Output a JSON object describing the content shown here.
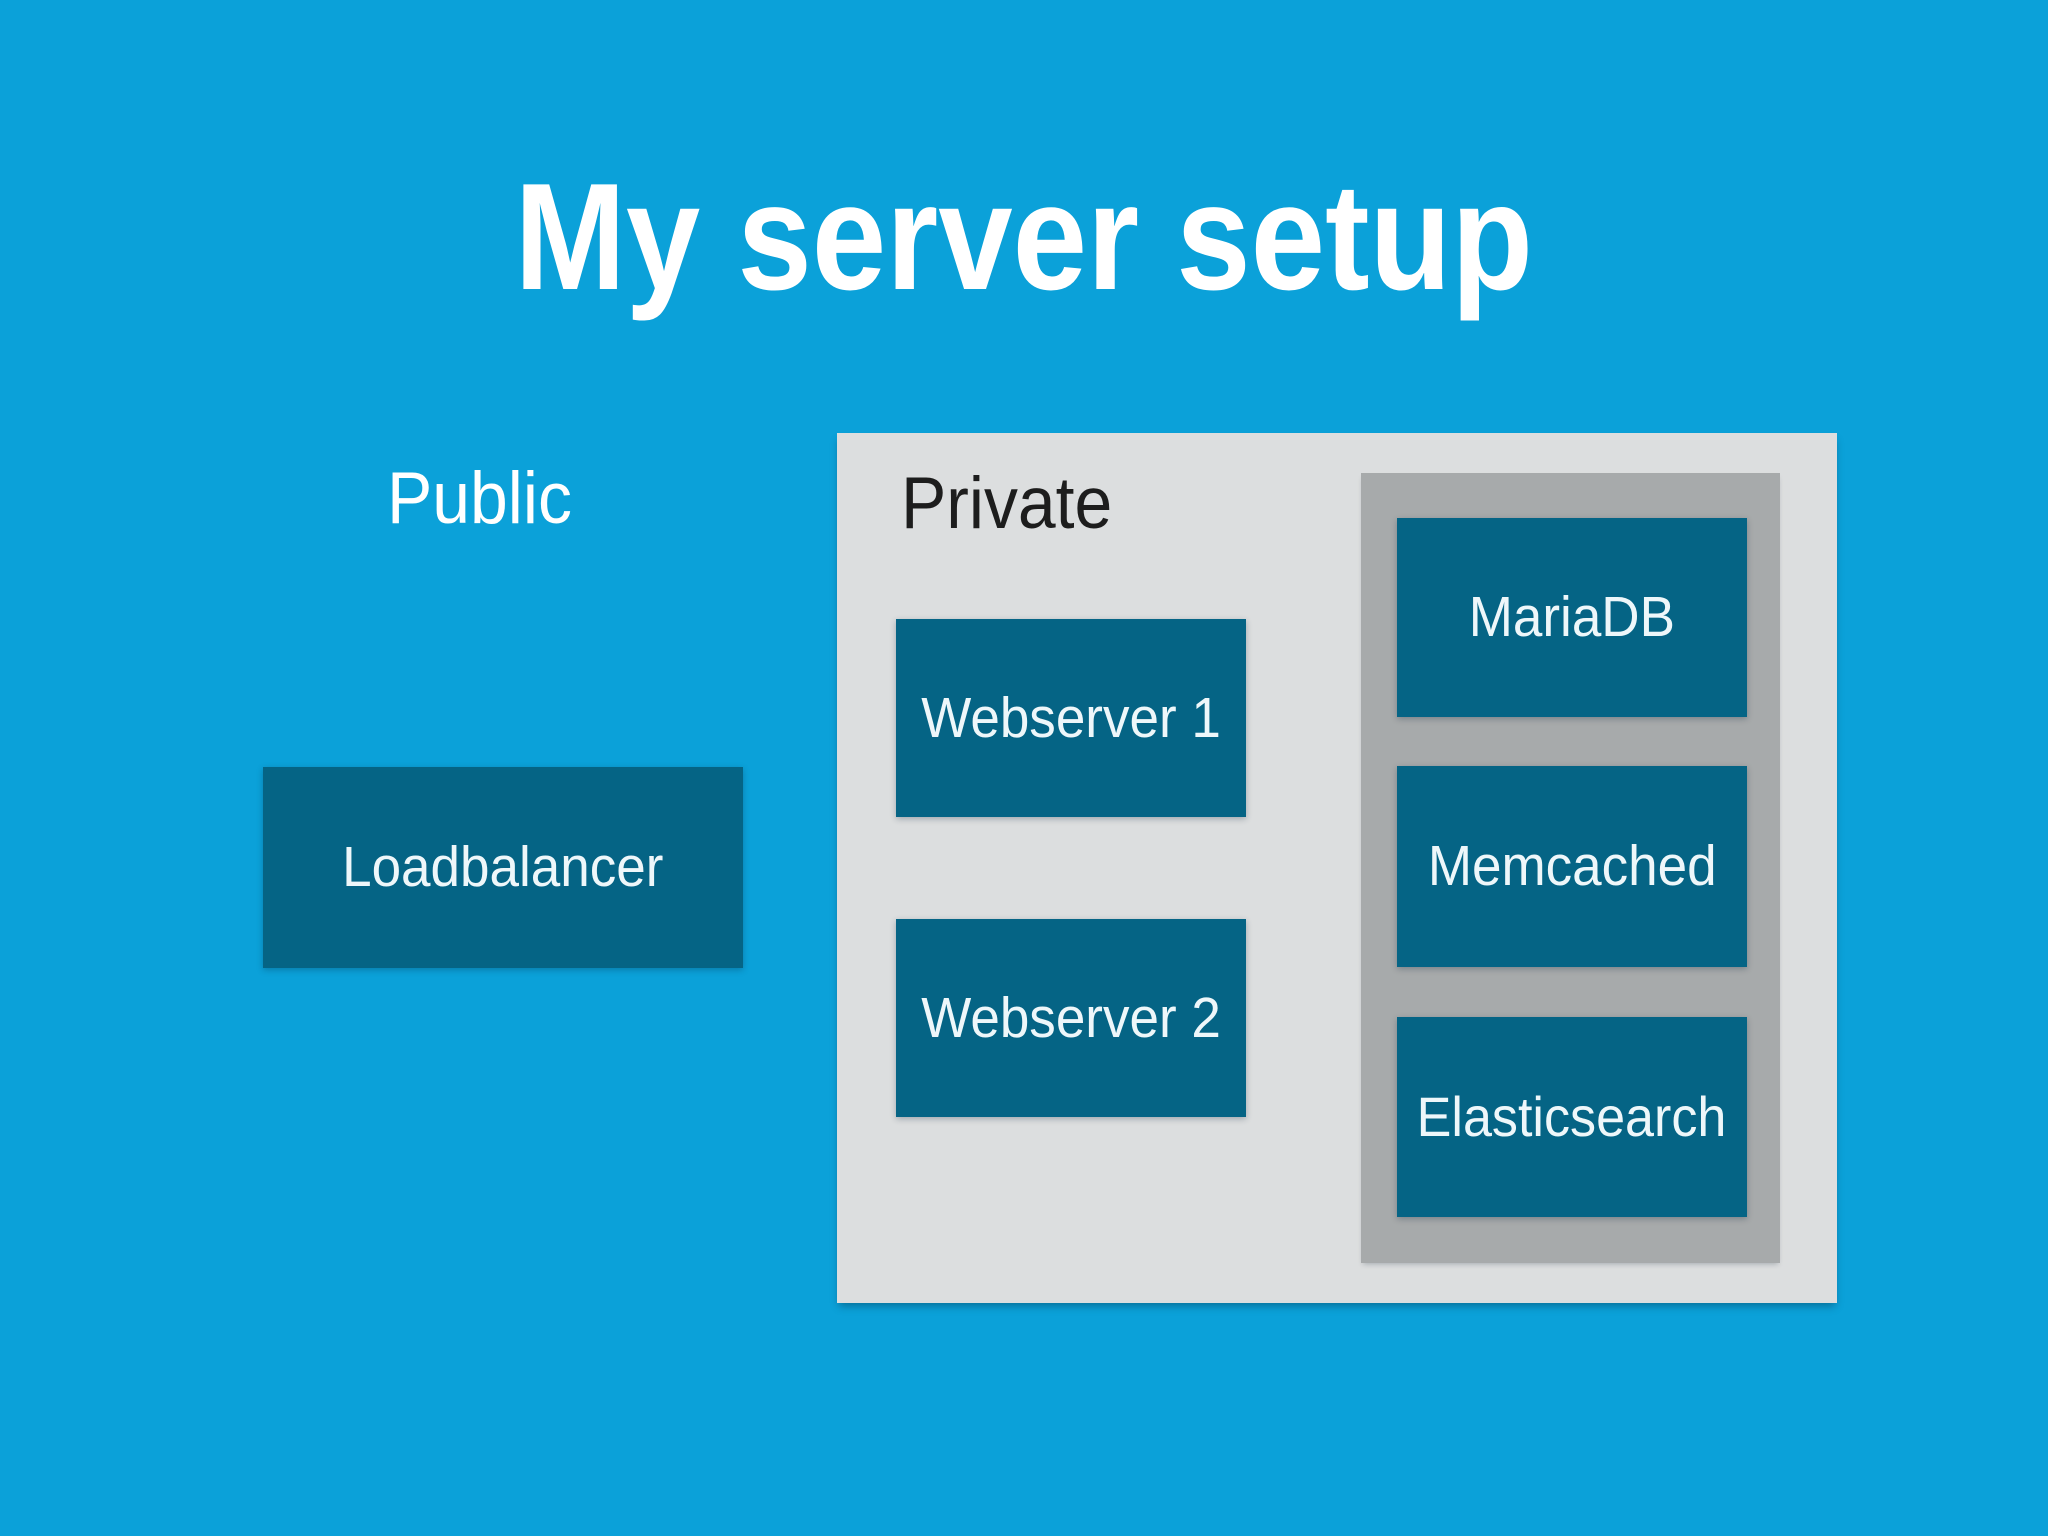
{
  "title": "My server setup",
  "zones": {
    "public": {
      "label": "Public",
      "nodes": [
        {
          "label": "Loadbalancer"
        }
      ]
    },
    "private": {
      "label": "Private",
      "web_nodes": [
        {
          "label": "Webserver 1"
        },
        {
          "label": "Webserver 2"
        }
      ],
      "data_tier": {
        "nodes": [
          {
            "label": "MariaDB"
          },
          {
            "label": "Memcached"
          },
          {
            "label": "Elasticsearch"
          }
        ]
      }
    }
  },
  "colors": {
    "background": "#0ba1d9",
    "node": "#056485",
    "private_panel": "#dcdedf",
    "data_tier_panel": "#a7aaab",
    "title_text": "#ffffff",
    "node_text": "#eef7fa",
    "private_label_text": "#1d1d1d"
  }
}
